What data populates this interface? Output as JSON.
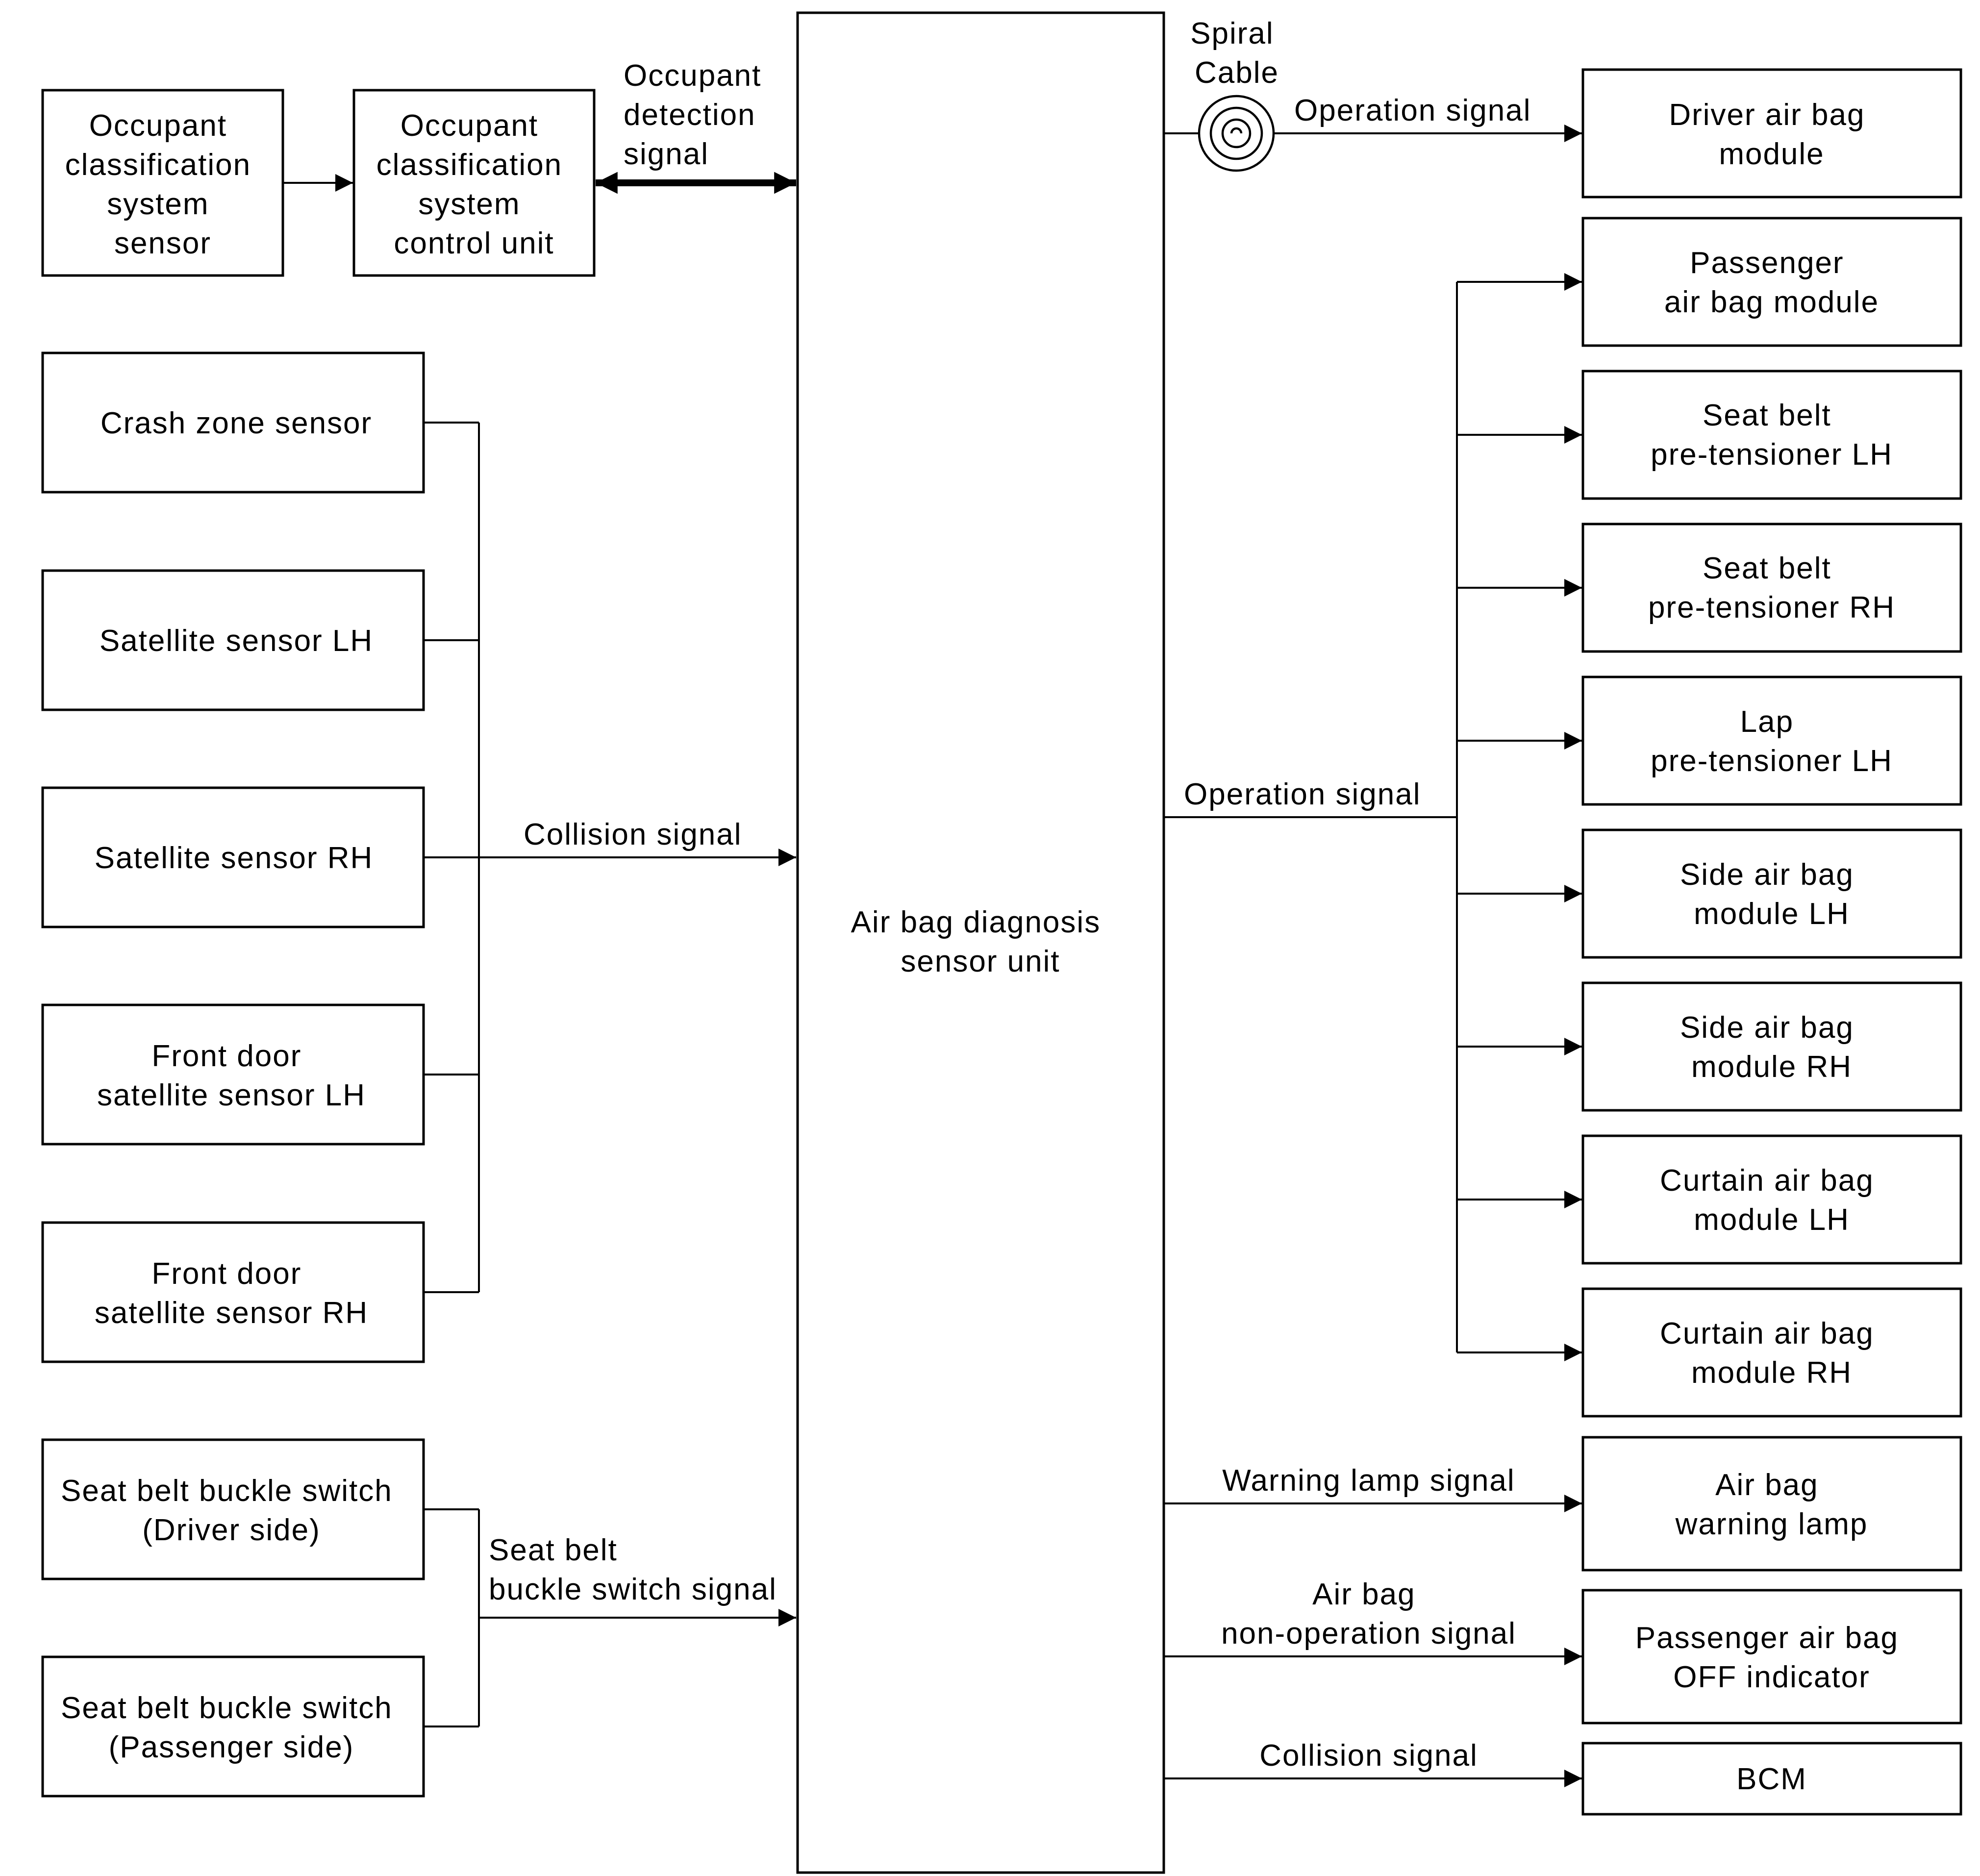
{
  "center_unit": {
    "lines": [
      "Air bag diagnosis",
      "sensor unit"
    ]
  },
  "input_boxes": {
    "ocs_sensor": [
      "Occupant",
      "classification",
      "system",
      "sensor"
    ],
    "ocs_control_unit": [
      "Occupant",
      "classification",
      "system",
      "control unit"
    ],
    "crash_zone_sensor": [
      "Crash zone sensor"
    ],
    "satellite_sensor_lh": [
      "Satellite sensor LH"
    ],
    "satellite_sensor_rh": [
      "Satellite sensor RH"
    ],
    "front_door_satellite_lh": [
      "Front door",
      "satellite sensor LH"
    ],
    "front_door_satellite_rh": [
      "Front door",
      "satellite sensor RH"
    ],
    "seat_belt_buckle_driver": [
      "Seat belt buckle switch",
      "(Driver side)"
    ],
    "seat_belt_buckle_passenger": [
      "Seat belt buckle switch",
      "(Passenger side)"
    ]
  },
  "output_boxes": {
    "driver_air_bag_module": [
      "Driver air bag",
      "module"
    ],
    "passenger_air_bag_module": [
      "Passenger",
      "air bag module"
    ],
    "seat_belt_pretensioner_lh": [
      "Seat belt",
      "pre-tensioner LH"
    ],
    "seat_belt_pretensioner_rh": [
      "Seat belt",
      "pre-tensioner RH"
    ],
    "lap_pretensioner_lh": [
      "Lap",
      "pre-tensioner LH"
    ],
    "side_air_bag_lh": [
      "Side air bag",
      "module LH"
    ],
    "side_air_bag_rh": [
      "Side air bag",
      "module RH"
    ],
    "curtain_air_bag_lh": [
      "Curtain air bag",
      "module LH"
    ],
    "curtain_air_bag_rh": [
      "Curtain air bag",
      "module RH"
    ],
    "air_bag_warning_lamp": [
      "Air bag",
      "warning lamp"
    ],
    "passenger_off_indicator": [
      "Passenger air bag",
      "OFF indicator"
    ],
    "bcm": [
      "BCM"
    ]
  },
  "signals": {
    "occupant_detection": [
      "Occupant",
      "detection",
      "signal"
    ],
    "spiral_cable": [
      "Spiral",
      "Cable"
    ],
    "operation_signal_driver": [
      "Operation signal"
    ],
    "operation_signal_bus": [
      "Operation signal"
    ],
    "collision_signal_in": [
      "Collision signal"
    ],
    "seat_belt_buckle_switch_signal": [
      "Seat belt",
      "buckle switch signal"
    ],
    "warning_lamp_signal": [
      "Warning lamp signal"
    ],
    "air_bag_non_operation_signal": [
      "Air bag",
      "non-operation signal"
    ],
    "collision_signal_out": [
      "Collision signal"
    ]
  }
}
